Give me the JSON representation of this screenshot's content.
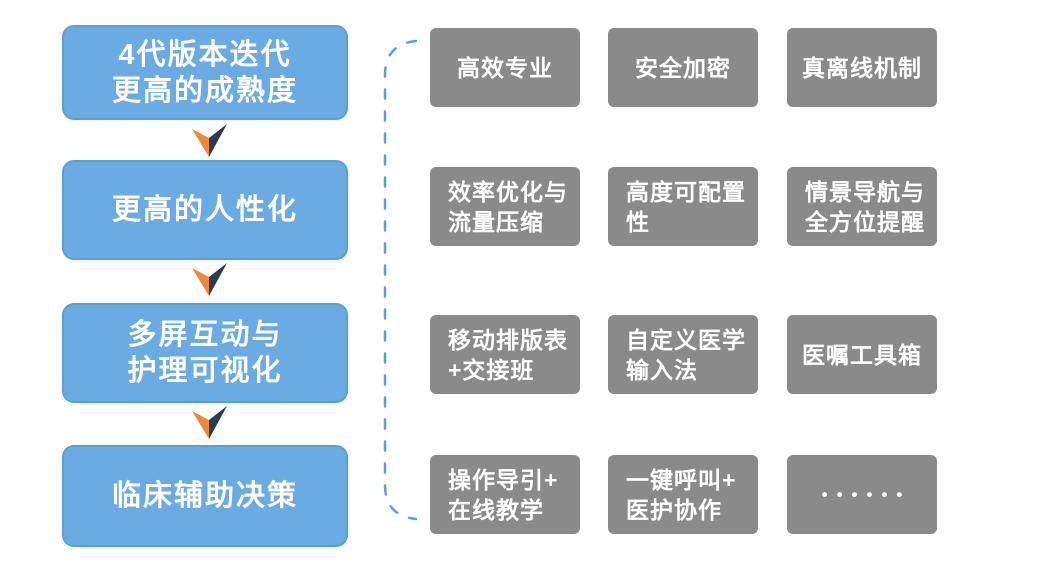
{
  "diagram": {
    "background": "#ffffff",
    "flow": {
      "box_fill": "#6aabe3",
      "box_border": "#57a0d8",
      "text_color": "#ffffff",
      "arrow_left_color": "#f0873a",
      "arrow_right_color": "#2c3b54",
      "steps": [
        {
          "lines": [
            "4代版本迭代",
            "更高的成熟度"
          ]
        },
        {
          "lines": [
            "更高的人性化"
          ]
        },
        {
          "lines": [
            "多屏互动与",
            "护理可视化"
          ]
        },
        {
          "lines": [
            "临床辅助决策"
          ]
        }
      ]
    },
    "bracket": {
      "color": "#5b9fd6",
      "style": "dashed"
    },
    "features": {
      "box_fill": "#8a8a8a",
      "text_color": "#ffffff",
      "rows": [
        [
          {
            "lines": [
              "高效专业"
            ]
          },
          {
            "lines": [
              "安全加密"
            ]
          },
          {
            "lines": [
              "真离线机制"
            ]
          }
        ],
        [
          {
            "lines": [
              "效率优化与",
              "流量压缩"
            ]
          },
          {
            "lines": [
              "高度可配置",
              "性"
            ]
          },
          {
            "lines": [
              "情景导航与",
              "全方位提醒"
            ]
          }
        ],
        [
          {
            "lines": [
              "移动排版表",
              "+交接班"
            ]
          },
          {
            "lines": [
              "自定义医学",
              "输入法"
            ]
          },
          {
            "lines": [
              "医嘱工具箱"
            ]
          }
        ],
        [
          {
            "lines": [
              "操作导引+",
              "在线教学"
            ]
          },
          {
            "lines": [
              "一键呼叫+",
              "医护协作"
            ]
          },
          {
            "lines": [
              "••••••"
            ]
          }
        ]
      ]
    }
  }
}
